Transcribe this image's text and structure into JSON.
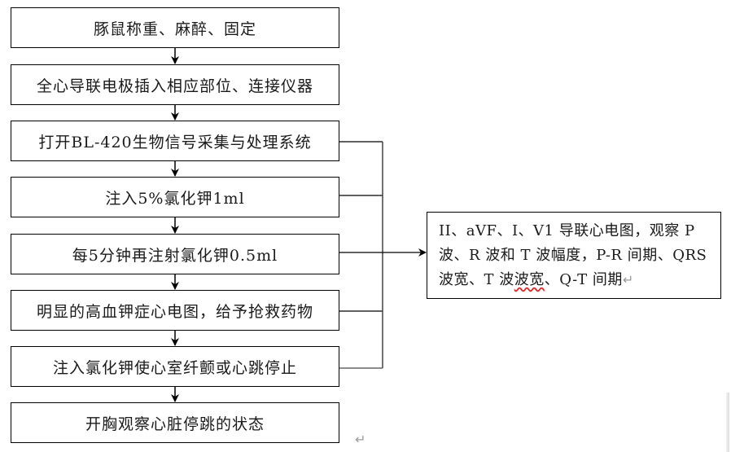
{
  "flowchart": {
    "steps": [
      {
        "label": "豚鼠称重、麻醉、固定"
      },
      {
        "label": "全心导联电极插入相应部位、连接仪器"
      },
      {
        "label": "打开BL-420生物信号采集与处理系统"
      },
      {
        "label": "注入5%氯化钾1ml"
      },
      {
        "label": "每5分钟再注射氯化钾0.5ml"
      },
      {
        "label": "明显的高血钾症心电图，给予抢救药物"
      },
      {
        "label": "注入氯化钾使心室纤颤或心跳停止"
      },
      {
        "label": "开胸观察心脏停跳的状态"
      }
    ],
    "observation": {
      "text_before": "II、aVF、Ⅰ、V1 导联心电图，观察 P 波、R 波和 T 波幅度，P-R 间期、QRS 波宽、T 波",
      "text_flagged": "波宽",
      "text_after": "、Q-T 间期"
    },
    "paragraph_mark": "↵"
  }
}
